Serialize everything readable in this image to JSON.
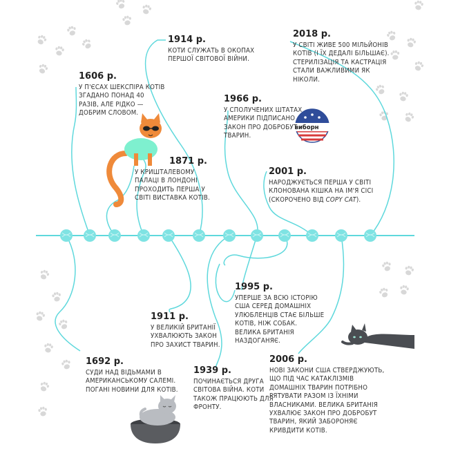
{
  "events": [
    {
      "year": "1606 р.",
      "text": "У П'ЄСАХ ШЕКСПІРА КОТІВ ЗГАДАНО ПОНАД 40 РАЗІВ, АЛЕ РІДКО — ДОБРИМ СЛОВОМ."
    },
    {
      "year": "1914 р.",
      "text": "КОТИ СЛУЖАТЬ В ОКОПАХ ПЕРШОЇ СВІТОВОЇ ВІЙНИ."
    },
    {
      "year": "2018 р.",
      "text": "У СВІТІ ЖИВЕ 500 МІЛЬЙОНІВ КОТІВ (І ЇХ ДЕДАЛІ БІЛЬШАЄ). СТЕРИЛІЗАЦІЯ ТА КАСТРАЦІЯ СТАЛИ ВАЖЛИВИМИ ЯК НІКОЛИ."
    },
    {
      "year": "1966 р.",
      "text": "У СПОЛУЧЕНИХ ШТАТАХ АМЕРИКИ ПІДПИСАНО ЗАКОН ПРО ДОБРОБУТ ТВАРИН."
    },
    {
      "year": "1871 р.",
      "text": "У КРИШТАЛЕВОМУ ПАЛАЦІ В ЛОНДОНІ ПРОХОДИТЬ ПЕРША У СВІТІ ВИСТАВКА КОТІВ."
    },
    {
      "year": "2001 р.",
      "text_before": "НАРОДЖУЄТЬСЯ ПЕРША У СВІТІ КЛОНОВАНА КІШКА НА ІМ'Я СІСІ (СКОРОЧЕНО ВІД ",
      "text_em": "COPY CAT",
      "text_after": ")."
    },
    {
      "year": "1995 р.",
      "text": "УПЕРШЕ ЗА ВСЮ ІСТОРІЮ США СЕРЕД ДОМАШНІХ УЛЮБЛЕНЦІВ СТАЄ БІЛЬШЕ КОТІВ, НІЖ СОБАК. ВЕЛИКА БРИТАНІЯ НАЗДОГАНЯЄ."
    },
    {
      "year": "1911 р.",
      "text": "У ВЕЛИКІЙ БРИТАНІЇ УХВАЛЮЮТЬ ЗАКОН ПРО ЗАХИСТ ТВАРИН."
    },
    {
      "year": "1692 р.",
      "text": "СУДИ НАД ВІДЬМАМИ В АМЕРИКАНСЬКОМУ САЛЕМІ. ПОГАНІ НОВИНИ ДЛЯ КОТІВ."
    },
    {
      "year": "1939 р.",
      "text": "ПОЧИНАЄТЬСЯ ДРУГА СВІТОВА ВІЙНА. КОТИ ТАКОЖ ПРАЦЮЮТЬ ДЛЯ ФРОНТУ."
    },
    {
      "year": "2006 р.",
      "text": "НОВІ ЗАКОНИ США СТВЕРДЖУЮТЬ, ЩО ПІД ЧАС КАТАКЛІЗМІВ ДОМАШНІХ ТВАРИН ПОТРІБНО РЯТУВАТИ РАЗОМ ІЗ ЇХНІМИ ВЛАСНИКАМИ. ВЕЛИКА БРИТАНІЯ УХВАЛЮЄ ЗАКОН ПРО ДОБРОБУТ ТВАРИН, ЯКИЙ ЗАБОРОНЯЄ КРИВДИТИ КОТІВ."
    }
  ],
  "badge": {
    "label": "виборн"
  },
  "colors": {
    "line": "#5ed8dc",
    "ball": "#7fe3e3",
    "ball_thread": "#c8f4f3",
    "paw": "#d8d8d8",
    "orange_cat": "#ef8a3a",
    "sweater": "#7ef0cf",
    "gray_cat": "#b9bcc1",
    "dark_cat": "#4a4d52",
    "pot": "#5a5c60",
    "badge_red": "#d83b3b",
    "badge_blue": "#2f4d9a"
  }
}
